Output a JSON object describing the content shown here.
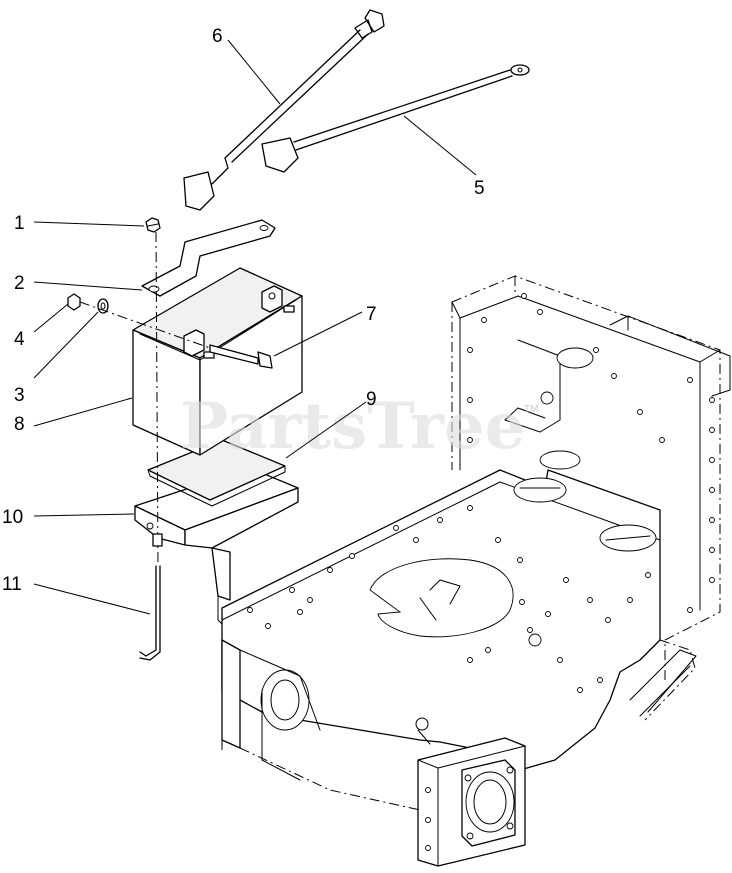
{
  "watermark": "PartsTree",
  "trademark": "TM",
  "callouts": [
    {
      "id": "c1",
      "label": "1"
    },
    {
      "id": "c2",
      "label": "2"
    },
    {
      "id": "c3",
      "label": "3"
    },
    {
      "id": "c4",
      "label": "4"
    },
    {
      "id": "c5",
      "label": "5"
    },
    {
      "id": "c6",
      "label": "6"
    },
    {
      "id": "c7",
      "label": "7"
    },
    {
      "id": "c8",
      "label": "8"
    },
    {
      "id": "c9",
      "label": "9"
    },
    {
      "id": "c10",
      "label": "10"
    },
    {
      "id": "c11",
      "label": "11"
    }
  ],
  "colors": {
    "line": "#000000",
    "background": "#ffffff",
    "watermark": "#dcdcdc"
  }
}
